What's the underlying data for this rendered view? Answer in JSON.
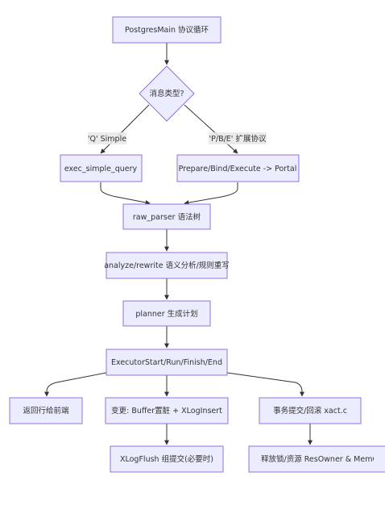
{
  "nodes": {
    "main": "PostgresMain 协议循环",
    "decision": "消息类型?",
    "simple": "exec_simple_query",
    "extended": "Prepare/Bind/Execute -> Portal",
    "parser": "raw_parser 语法树",
    "analyze": "analyze/rewrite 语义分析/规则重写",
    "planner": "planner 生成计划",
    "executor": "ExecutorStart/Run/Finish/End",
    "return": "返回行给前端",
    "change": "变更: Buffer置脏 + XLogInsert",
    "txn": "事务提交/回滚 xact.c",
    "flush": "XLogFlush 组提交(必要时)",
    "release": "释放锁/资源 ResOwner & MemContext"
  },
  "edge_labels": {
    "q_simple": "'Q' Simple",
    "pbe_extended": "'P/B/E' 扩展协议"
  }
}
